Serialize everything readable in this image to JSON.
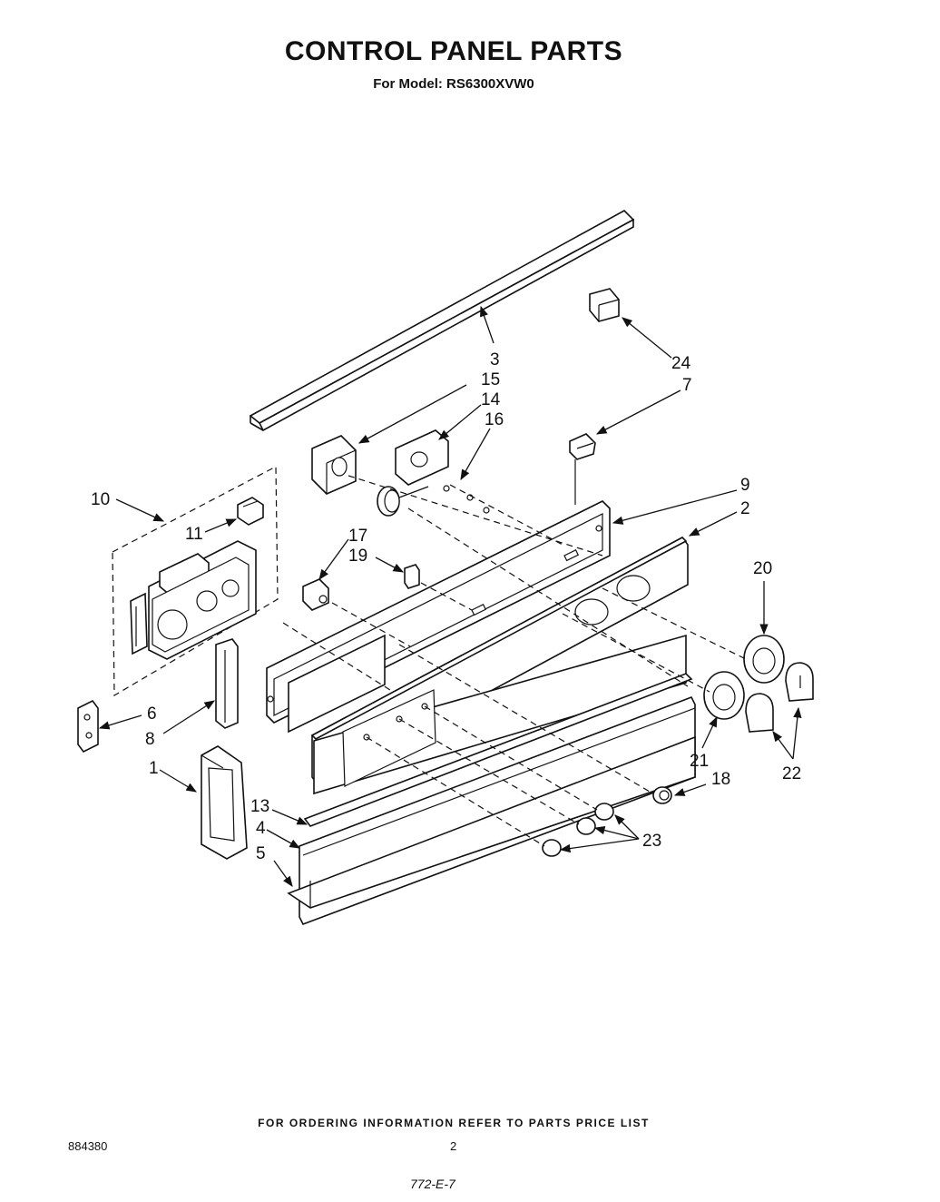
{
  "header": {
    "title": "CONTROL PANEL PARTS",
    "subtitle": "For Model: RS6300XVW0"
  },
  "footer": {
    "note": "FOR ORDERING INFORMATION REFER TO PARTS PRICE LIST",
    "doc_id": "884380",
    "page_number": "2",
    "code": "772-E-7"
  },
  "callouts": [
    {
      "id": "c3",
      "label": "3"
    },
    {
      "id": "c24",
      "label": "24"
    },
    {
      "id": "c15",
      "label": "15"
    },
    {
      "id": "c14",
      "label": "14"
    },
    {
      "id": "c7",
      "label": "7"
    },
    {
      "id": "c16",
      "label": "16"
    },
    {
      "id": "c9",
      "label": "9"
    },
    {
      "id": "c2",
      "label": "2"
    },
    {
      "id": "c10",
      "label": "10"
    },
    {
      "id": "c11",
      "label": "11"
    },
    {
      "id": "c17",
      "label": "17"
    },
    {
      "id": "c19",
      "label": "19"
    },
    {
      "id": "c20",
      "label": "20"
    },
    {
      "id": "c6",
      "label": "6"
    },
    {
      "id": "c8",
      "label": "8"
    },
    {
      "id": "c21",
      "label": "21"
    },
    {
      "id": "c22",
      "label": "22"
    },
    {
      "id": "c18",
      "label": "18"
    },
    {
      "id": "c1",
      "label": "1"
    },
    {
      "id": "c13",
      "label": "13"
    },
    {
      "id": "c4",
      "label": "4"
    },
    {
      "id": "c23",
      "label": "23"
    },
    {
      "id": "c5",
      "label": "5"
    }
  ]
}
